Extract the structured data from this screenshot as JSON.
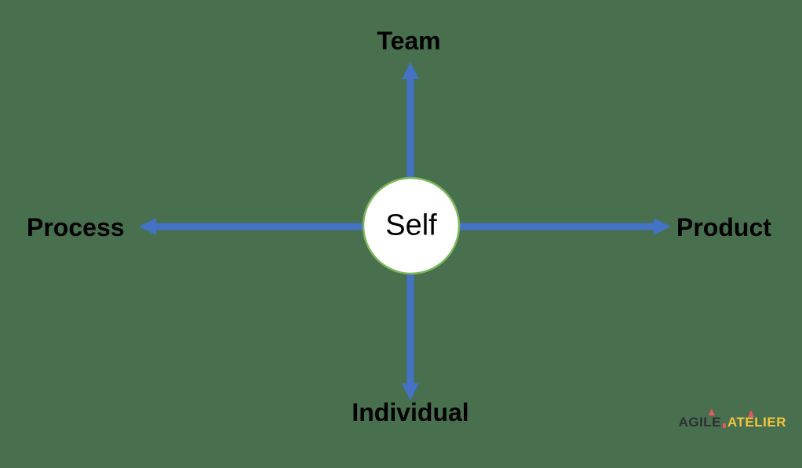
{
  "background_color": "#48704F",
  "diagram": {
    "center_label": "Self",
    "axes": {
      "top": "Team",
      "bottom": "Individual",
      "left": "Process",
      "right": "Product"
    },
    "colors": {
      "arrow": "#4472C4",
      "circle_fill": "#FFFFFF",
      "circle_border": "#7EB75B",
      "label_text": "#000000"
    }
  },
  "watermark": {
    "part1": "AGILE",
    "part2": "ATELIER",
    "part1_color": "#2E2E34",
    "part2_color": "#F2C63D",
    "accent_color": "#E8565F"
  }
}
